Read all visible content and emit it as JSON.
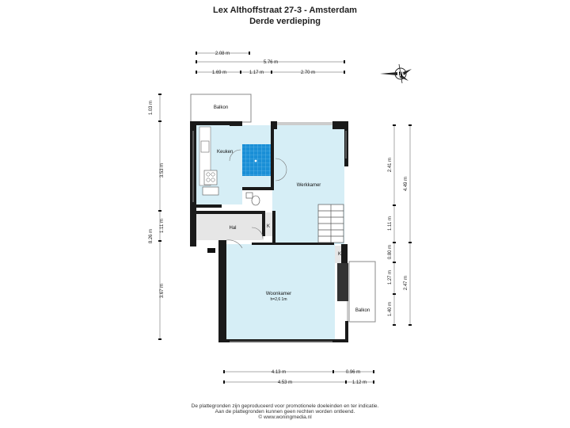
{
  "header": {
    "title": "Lex Althoffstraat 27-3 - Amsterdam",
    "subtitle": "Derde verdieping"
  },
  "rooms": {
    "balkon_top": "Balkon",
    "keuken": "Keuken",
    "werkkamer": "Werkkamer",
    "hal": "Hal",
    "k1": "K",
    "k2": "K",
    "woonkamer": "Woonkamer",
    "woonkamer_height": "h=2,6 1m",
    "balkon_right": "Balkon"
  },
  "dimensions": {
    "top_208": "2.08 m",
    "top_576": "5.76 m",
    "top_169": "1.69 m",
    "top_117": "1.17 m",
    "top_270": "2.70 m",
    "left_103": "1.03 m",
    "left_353": "3.53 m",
    "left_826": "8.26 m",
    "left_111": "1.11 m",
    "left_367": "3.67 m",
    "right_241": "2.41 m",
    "right_449": "4.49 m",
    "right_111": "1.11 m",
    "right_080": "0.80 m",
    "right_127": "1.27 m",
    "right_247": "2.47 m",
    "right_140": "1.40 m",
    "bottom_413": "4.13 m",
    "bottom_096": "0.96 m",
    "bottom_453": "4.53 m",
    "bottom_112": "1.12 m"
  },
  "compass": {
    "label": "N"
  },
  "footer": {
    "line1": "De plattegronden zijn geproduceerd voor promotionele doeleinden en ter indicatie.",
    "line2": "Aan de plattegronden kunnen geen rechten worden ontleend.",
    "line3": "© www.woningmedia.nl"
  },
  "colors": {
    "floor_blue": "#d6eef6",
    "hal_gray": "#e6e6e6",
    "tile_blue": "#1a8fd6",
    "wall": "#1a1a1a"
  }
}
